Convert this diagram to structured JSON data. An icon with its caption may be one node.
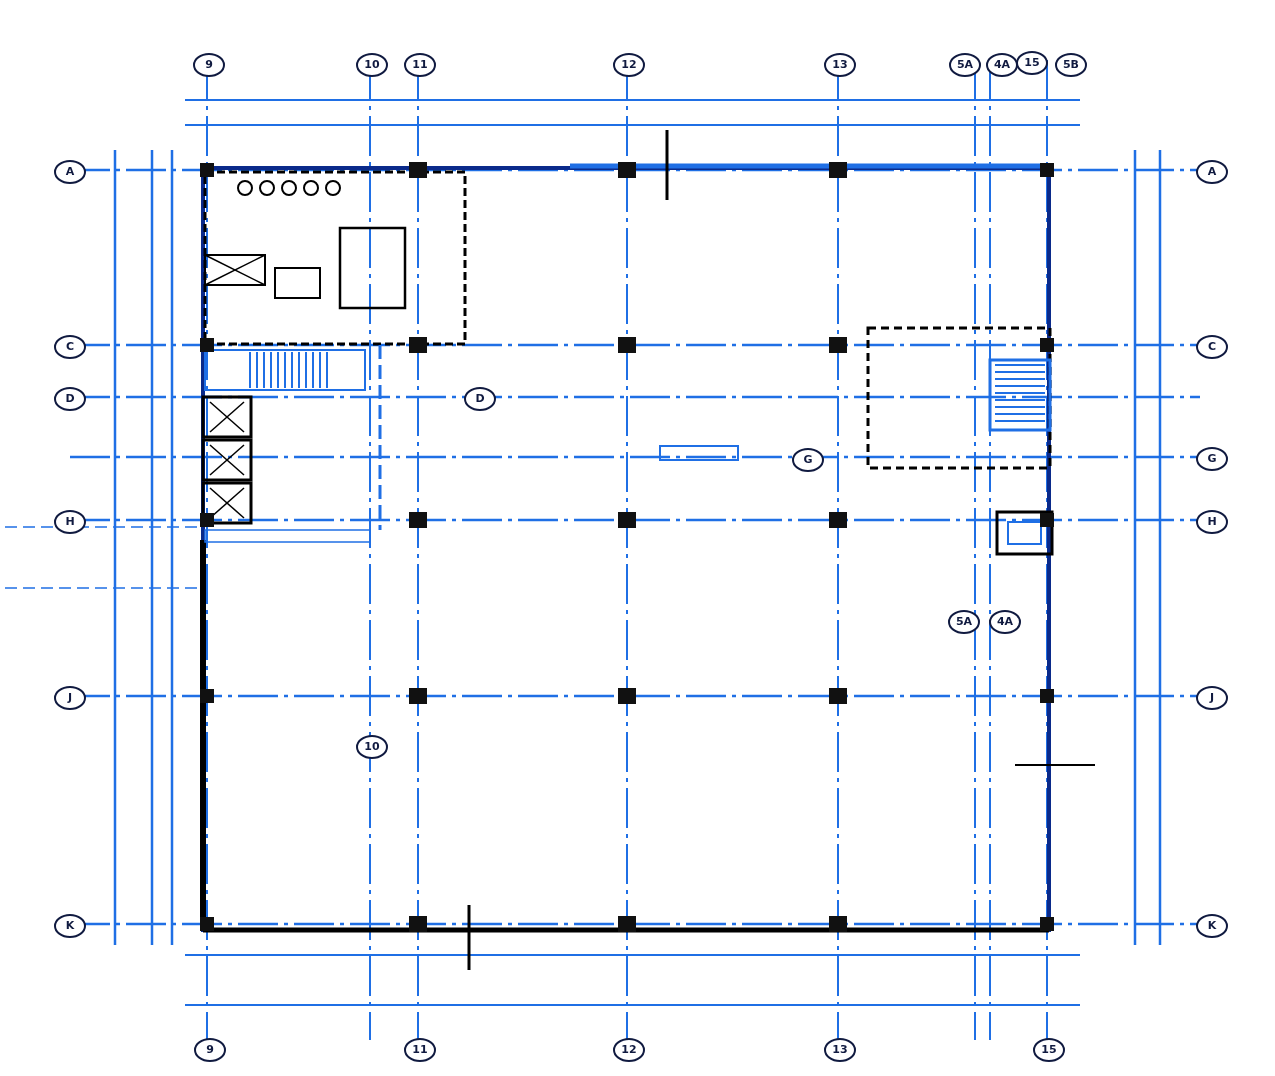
{
  "diagram": {
    "labels": [
      "9",
      "10",
      "11",
      "12",
      "13",
      "5A",
      "4A",
      "15",
      "5B",
      "A",
      "A",
      "C",
      "C",
      "D",
      "D",
      "G",
      "G",
      "H",
      "H",
      "5A",
      "4A",
      "J",
      "J",
      "10",
      "K",
      "K",
      "9",
      "11",
      "12",
      "13",
      "15"
    ]
  }
}
